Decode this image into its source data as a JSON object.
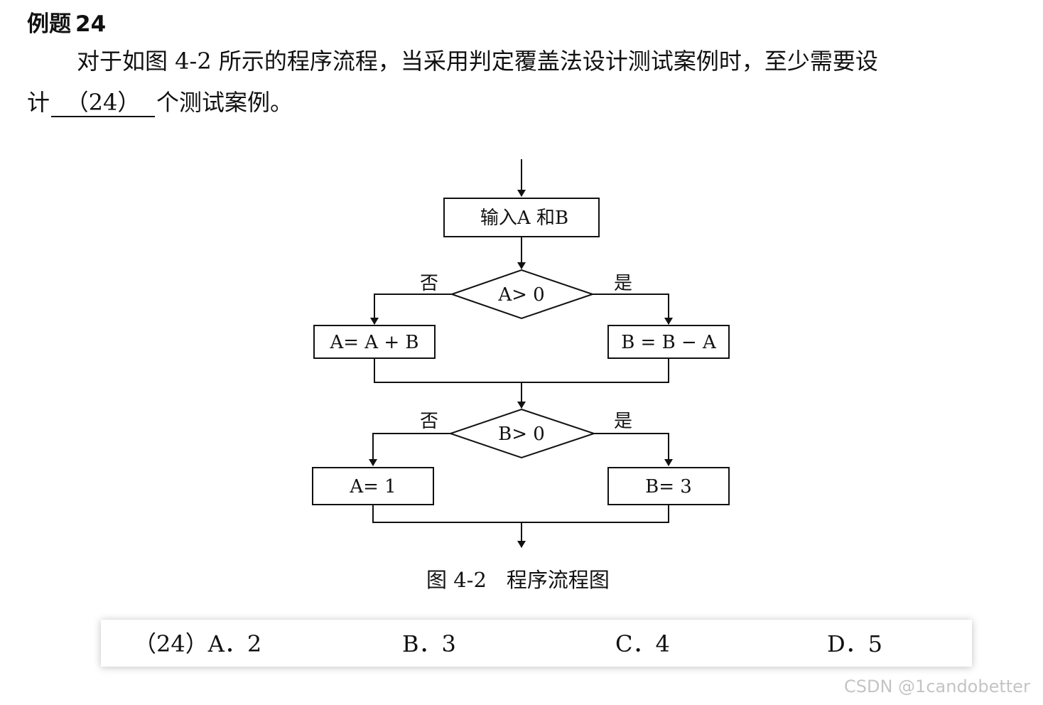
{
  "question": {
    "label": "例题",
    "number": "24",
    "line1": "对于如图  4-2  所示的程序流程，当采用判定覆盖法设计测试案例时，至少需要设",
    "line2_start": "计",
    "blank": "（24）",
    "line2_end": "个测试案例。"
  },
  "flowchart": {
    "input_box": "输入A 和B",
    "decision1": "A> 0",
    "d1_no": "否",
    "d1_yes": "是",
    "box_left1": "A= A + B",
    "box_right1": "B = B − A",
    "decision2": "B> 0",
    "d2_no": "否",
    "d2_yes": "是",
    "box_left2": "A= 1",
    "box_right2": "B= 3"
  },
  "caption": {
    "number": "图 4-2",
    "name": "程序流程图"
  },
  "options": {
    "a": "（24）A．2",
    "b": "B．3",
    "c": "C．4",
    "d": "D．5"
  },
  "watermark": "CSDN @1candobetter"
}
